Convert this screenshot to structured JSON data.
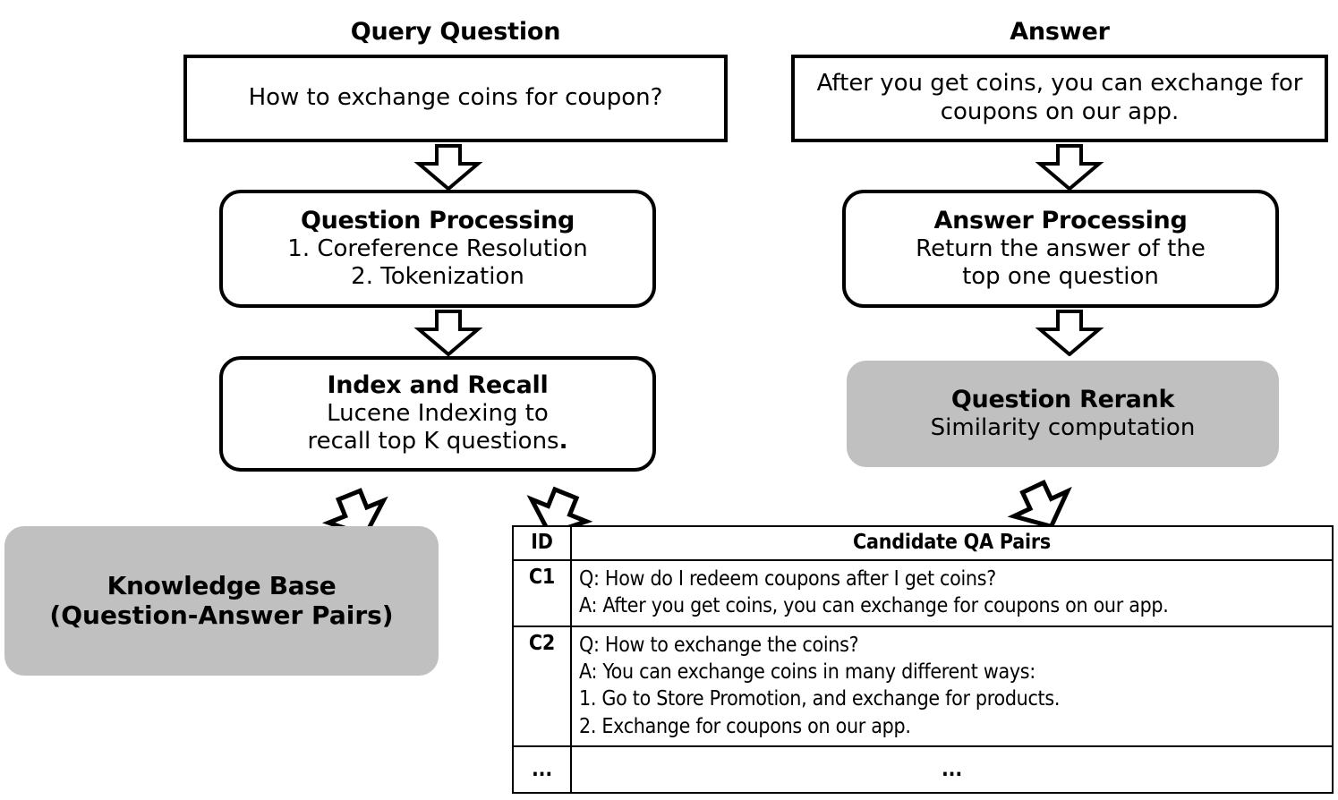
{
  "headers": {
    "query_column": "Query Question",
    "answer_column": "Answer"
  },
  "boxes": {
    "query_question": {
      "text": "How to exchange coins for coupon?"
    },
    "answer": {
      "text": "After you get coins, you can exchange for coupons on our app."
    },
    "question_processing": {
      "title": "Question Processing",
      "body": "1. Coreference  Resolution\n2. Tokenization"
    },
    "answer_processing": {
      "title": "Answer Processing",
      "body": "Return the answer of the\ntop one question"
    },
    "index_and_recall": {
      "title": "Index and Recall",
      "body_line1": "Lucene Indexing to",
      "body_line2": "recall top K questions",
      "body_period": "."
    },
    "question_rerank": {
      "title": "Question Rerank",
      "body": "Similarity computation",
      "fill": "#c0c0c0"
    },
    "knowledge_base": {
      "title": "Knowledge Base",
      "subtitle": "(Question-Answer Pairs)",
      "fill": "#c0c0c0"
    }
  },
  "arrows": {
    "query_to_question_processing": "block-arrow-down-icon",
    "answer_to_answer_processing": "block-arrow-down-icon",
    "question_processing_to_index": "block-arrow-down-icon",
    "answer_processing_to_rerank": "block-arrow-down-icon",
    "knowledge_base_to_index": "block-arrow-up-left-icon",
    "table_to_index": "block-arrow-up-right-icon",
    "table_to_rerank": "block-arrow-up-left-icon"
  },
  "candidate_table": {
    "columns": [
      "ID",
      "Candidate QA Pairs"
    ],
    "rows": [
      {
        "id": "C1",
        "pairs": "Q: How do I redeem coupons after I get coins?\nA: After you get coins, you can exchange for coupons on our app."
      },
      {
        "id": "C2",
        "pairs": "Q: How to exchange the coins?\nA: You can exchange coins in many different ways:\n      1. Go to Store Promotion, and exchange for products.\n      2. Exchange for coupons on our app."
      },
      {
        "id": "...",
        "pairs": "..."
      }
    ]
  }
}
